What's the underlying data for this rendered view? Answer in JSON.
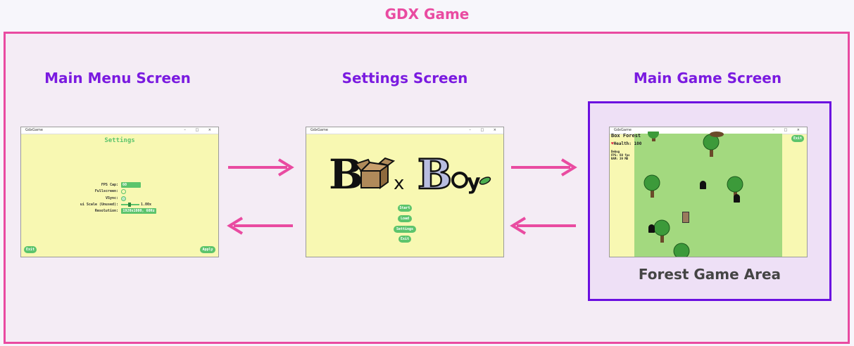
{
  "title": "GDX Game",
  "screens": {
    "menu": {
      "title": "Main Menu Screen"
    },
    "settings": {
      "title": "Settings Screen"
    },
    "game": {
      "title": "Main Game Screen",
      "area_label": "Forest Game Area"
    }
  },
  "window_title": "GdxGame",
  "window_controls": "– □ ×",
  "settings_window": {
    "heading": "Settings",
    "rows": [
      {
        "label": "FPS Cap:",
        "value": "60"
      },
      {
        "label": "Fullscreen:",
        "value": ""
      },
      {
        "label": "VSync:",
        "value": ""
      },
      {
        "label": "ui Scale (Unused):",
        "value": "1.00x"
      },
      {
        "label": "Resolution:",
        "value": "1920x1080, 60Hz"
      }
    ],
    "exit_label": "Exit",
    "apply_label": "Apply"
  },
  "menu_window": {
    "logo": [
      "B",
      "x",
      "B",
      "y"
    ],
    "buttons": [
      "Start",
      "Load",
      "Settings",
      "Exit"
    ]
  },
  "game_window": {
    "game_name": "Box Forest",
    "health": "Health: 100",
    "debug_lines": [
      "Debug",
      "FPS: 60 fps",
      "RAM: 39 MB"
    ],
    "exit_label": "Exit"
  },
  "colors": {
    "accent": "#e94ba1",
    "heading": "#7a1ae0",
    "button": "#5cc46c",
    "window_bg": "#f8f8b2",
    "grass": "#a3d97f"
  }
}
